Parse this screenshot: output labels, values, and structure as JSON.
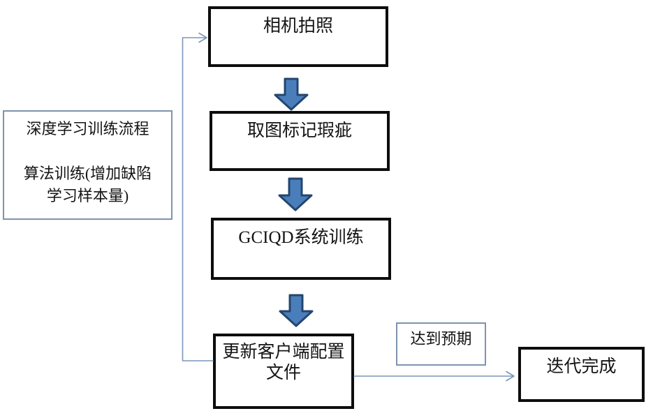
{
  "diagram": {
    "type": "flowchart",
    "nodes": {
      "camera": {
        "label": "相机拍照"
      },
      "mark_defects": {
        "label": "取图标记瑕疵"
      },
      "train": {
        "label": "GCIQD系统训练"
      },
      "update_config": {
        "lines": [
          "更新客户端配置",
          "文件"
        ]
      },
      "expectation": {
        "label": "达到预期"
      },
      "done": {
        "label": "迭代完成"
      },
      "side_note": {
        "lines": [
          "深度学习训练流程",
          "",
          "算法训练(增加缺陷",
          "学习样本量)"
        ]
      }
    },
    "edges": [
      {
        "from": "camera",
        "to": "mark_defects",
        "style": "block-arrow"
      },
      {
        "from": "mark_defects",
        "to": "train",
        "style": "block-arrow"
      },
      {
        "from": "train",
        "to": "update_config",
        "style": "block-arrow"
      },
      {
        "from": "update_config",
        "to": "camera",
        "style": "thin-elbow-arrow"
      },
      {
        "from": "update_config",
        "to": "done",
        "style": "thin-arrow",
        "label_nearby": "达到预期"
      }
    ],
    "colors": {
      "background": "#ffffff",
      "flow_box_border": "#0d0d0d",
      "note_box_border": "#7f93ad",
      "block_arrow_fill": "#4a7ebb",
      "block_arrow_border": "#24466e",
      "connector": "#7a96bb",
      "text": "#141414"
    }
  }
}
